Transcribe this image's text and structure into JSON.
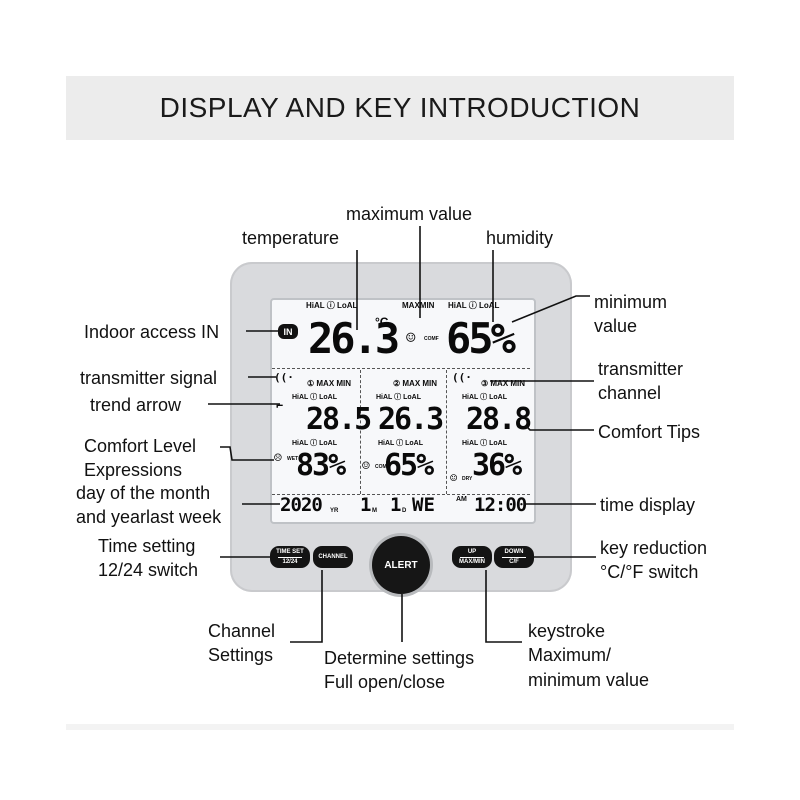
{
  "title": "DISPLAY AND KEY INTRODUCTION",
  "lcd": {
    "main_hial": "HiAL",
    "main_loal": "LoAL",
    "maxmin": "MAXMIN",
    "main_temp": "26.3",
    "main_unit": "°C",
    "comf": "COMF",
    "main_hum": "65%",
    "in_badge": "IN",
    "ch1_label": "① MAX MIN",
    "ch2_label": "② MAX MIN",
    "ch3_label": "③ MAX MIN",
    "hial_loal": "HiAL ⓘ LoAL",
    "ch1_temp": "28.5",
    "ch2_temp": "26.3",
    "ch3_temp": "28.8",
    "ch1_hum": "83%",
    "ch2_hum": "65%",
    "ch3_hum": "36%",
    "wet": "WET",
    "comf_small": "COMF",
    "dry": "DRY",
    "year": "2020",
    "yr": "YR",
    "month": "1",
    "m": "M",
    "day": "1",
    "d": "D",
    "weekday": "WE",
    "ampm": "AM",
    "time": "12:00"
  },
  "buttons": {
    "time_set_top": "TIME SET",
    "time_set_bottom": "12/24",
    "channel": "CHANNEL",
    "alert": "ALERT",
    "up_top": "UP",
    "up_bottom": "MAX/MIN",
    "down_top": "DOWN",
    "down_bottom": "C/F"
  },
  "labels": {
    "maximum_value": "maximum value",
    "temperature": "temperature",
    "humidity": "humidity",
    "minimum_value": "minimum\nvalue",
    "indoor_access": "Indoor access IN",
    "transmitter_signal": "transmitter signal",
    "trend_arrow": "trend arrow",
    "transmitter_channel": "transmitter\nchannel",
    "comfort_level": "Comfort Level\nExpressions",
    "comfort_tips": "Comfort Tips",
    "day_month": "day of the month\nand yearlast week",
    "time_display": "time display",
    "time_setting": "Time setting\n12/24 switch",
    "key_reduction": "key reduction\n°C/°F switch",
    "channel_settings": "Channel\nSettings",
    "determine_settings": "Determine settings\nFull open/close",
    "keystroke": "keystroke\nMaximum/\nminimum value"
  },
  "colors": {
    "device": "#d9dadd",
    "screen": "#f7f8fa",
    "segment": "#0a0a0a",
    "banner": "#ececec"
  }
}
